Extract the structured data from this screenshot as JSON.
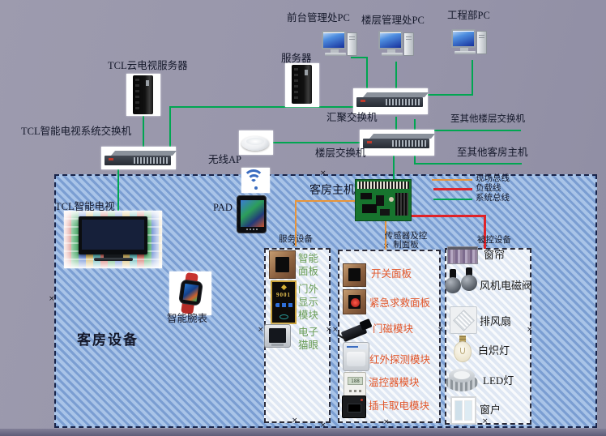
{
  "nodes": {
    "frontdesk_pc": "前台管理处PC",
    "floor_mgmt_pc": "楼层管理处PC",
    "engineering_pc": "工程部PC",
    "server": "服务器",
    "tcl_cloud_tv_server": "TCL云电视服务器",
    "aggregation_switch": "汇聚交换机",
    "to_other_floor_switches": "至其他楼层交换机",
    "tcl_smart_tv_system_switch": "TCL智能电视系统交换机",
    "floor_switch": "楼层交换机",
    "to_other_room_hosts": "至其他客房主机",
    "wireless_ap": "无线AP",
    "room_host": "客房主机",
    "pad": "PAD",
    "tcl_smart_tv": "TCL智能电视",
    "smart_watch": "智能腕表",
    "room_devices_title": "客房设备"
  },
  "legend": {
    "items": [
      {
        "label": "现场总线",
        "color": "#e8953a"
      },
      {
        "label": "负载线",
        "color": "#e02328"
      },
      {
        "label": "系统总线",
        "color": "#00a651"
      }
    ]
  },
  "columns": {
    "service": {
      "header": "服务设备",
      "label_color": "#6b9e57",
      "items": [
        {
          "label": "智能面板"
        },
        {
          "label": "门外显示模块",
          "device_text": "9001"
        },
        {
          "label": "电子猫眼"
        }
      ]
    },
    "sensors": {
      "header": "传感器及控制面板",
      "label_color": "#e2572b",
      "items": [
        {
          "label": "开关面板"
        },
        {
          "label": "紧急求救面板"
        },
        {
          "label": "门磁模块"
        },
        {
          "label": "红外探测模块"
        },
        {
          "label": "温控器模块",
          "device_text": "188"
        },
        {
          "label": "插卡取电模块"
        }
      ]
    },
    "controlled": {
      "header": "被控设备",
      "label_color": "#1a1a1a",
      "items": [
        {
          "label": "窗帘"
        },
        {
          "label": "风机电磁阀"
        },
        {
          "label": "排风扇"
        },
        {
          "label": "白炽灯"
        },
        {
          "label": "LED灯"
        },
        {
          "label": "窗户"
        }
      ]
    }
  },
  "decorations": {
    "selection_handle": "×"
  }
}
